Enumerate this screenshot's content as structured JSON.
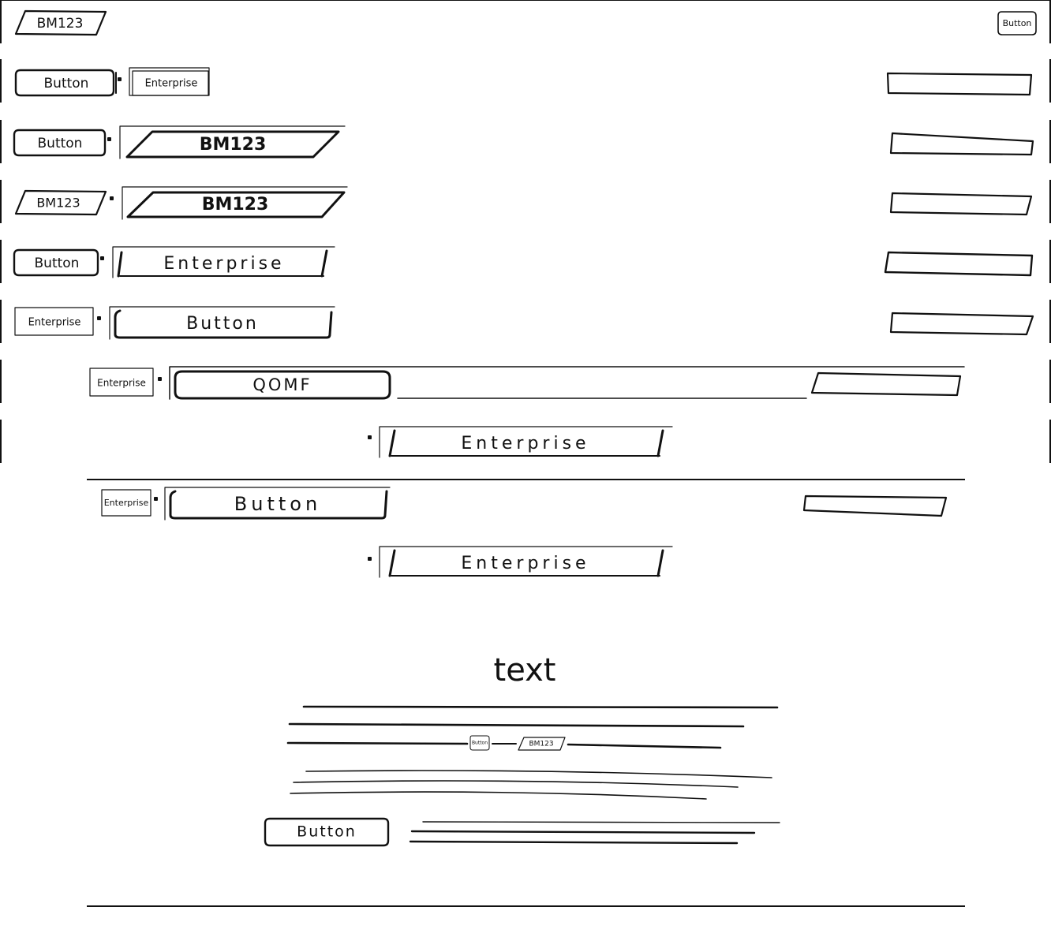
{
  "header": {
    "logo_label": "BM123",
    "button_label": "Button"
  },
  "rows": [
    {
      "small_label": "Button",
      "big_label": "Enterprise"
    },
    {
      "small_label": "Button",
      "big_label": "BM123"
    },
    {
      "small_label": "BM123",
      "big_label": "BM123"
    },
    {
      "small_label": "Button",
      "big_label": "Enterprise"
    },
    {
      "small_label": "Enterprise",
      "big_label": "Button"
    },
    {
      "small_label": "Enterprise",
      "big_label": "QOMF"
    },
    {
      "big_label": "Enterprise"
    }
  ],
  "panel": {
    "small_label": "Enterprise",
    "big_label": "Button",
    "second_label": "Enterprise"
  },
  "article": {
    "heading": "text",
    "inline_button_label": "Button",
    "inline_logo_label": "BM123",
    "footer_button_label": "Button"
  }
}
